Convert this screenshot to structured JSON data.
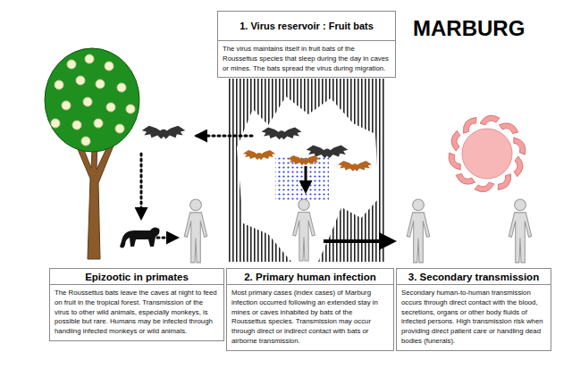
{
  "diagram": {
    "title": "MARBURG",
    "nodes": [
      {
        "text": [
          "1. Virus reservoir : Fruit bats",
          "The virus maintains itself in fruit bats of the Roussettus species that sleep during the day in caves or mines. The bats spread the virus during migration."
        ]
      },
      {
        "text": [
          "Epizootic in primates",
          "The Roussettus bats leave the caves at night to feed on fruit in the tropical forest. Transmission of the virus to other wild animals, especially monkeys, is possible but rare. Humans may be infected through handling infected monkeys or wild animals."
        ]
      },
      {
        "text": [
          "2. Primary human infection",
          "Most primary cases (index cases) of Marburg infection occurred following an extended stay in mines or caves inhabited by bats of the Roussettus species. Transmission may occur through direct or indirect contact with bats or airborne transmission."
        ]
      },
      {
        "text": [
          "3. Secondary transmission",
          "Secondary human-to-human transmission occurs through direct contact with the blood, secretions, organs or other body fluids of infected persons. High transmission risk when providing direct patient care or handling dead bodies (funerals)."
        ]
      }
    ]
  }
}
